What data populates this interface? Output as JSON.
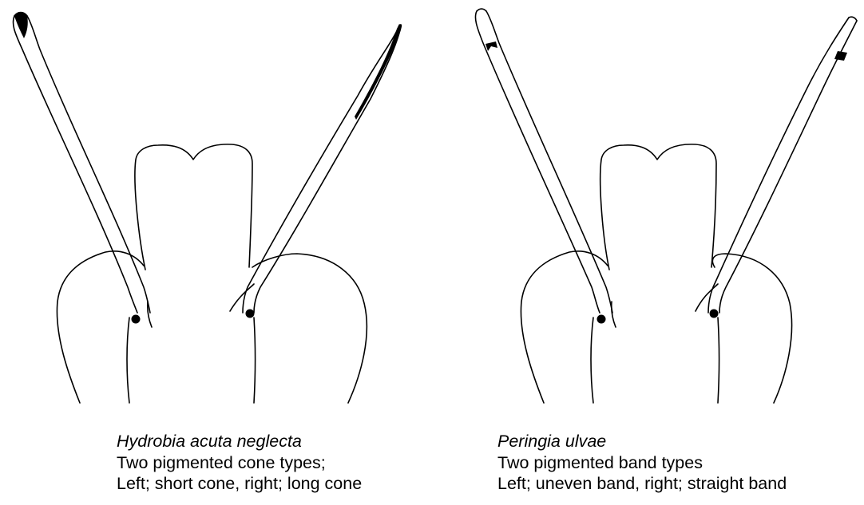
{
  "figures": [
    {
      "species": "Hydrobia acuta neglecta",
      "caption_line_1": "Two pigmented cone types;",
      "caption_line_2": "Left; short cone, right; long cone"
    },
    {
      "species": "Peringia ulvae",
      "caption_line_1": "Two pigmented band types",
      "caption_line_2": "Left; uneven band, right; straight band"
    }
  ]
}
